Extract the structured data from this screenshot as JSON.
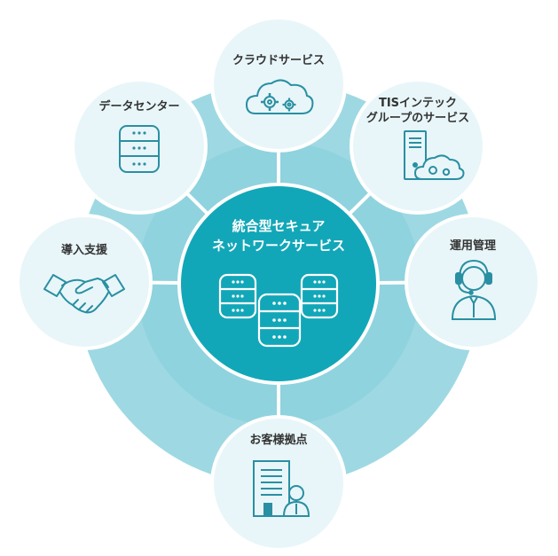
{
  "center": {
    "line1": "統合型セキュア",
    "line2": "ネットワークサービス",
    "icon": "database-cluster-icon"
  },
  "nodes": {
    "data_center": {
      "label": "データセンター",
      "icon": "database-server-icon"
    },
    "cloud": {
      "label": "クラウドサービス",
      "icon": "cloud-gears-icon"
    },
    "tis": {
      "line1": "TISインテック",
      "line2": "グループのサービス",
      "icon": "server-cloud-icon"
    },
    "operations": {
      "label": "運用管理",
      "icon": "operator-headset-icon"
    },
    "customer": {
      "label": "お客様拠点",
      "icon": "office-building-person-icon"
    },
    "support": {
      "label": "導入支援",
      "icon": "handshake-icon"
    }
  },
  "colors": {
    "ring": "#9ed9e3",
    "node_fill": "#e8f6f9",
    "center_fill": "#12a7b8",
    "center_outline": "#ffffff",
    "icon_stroke": "#2a8fa2",
    "text": "#333333"
  }
}
